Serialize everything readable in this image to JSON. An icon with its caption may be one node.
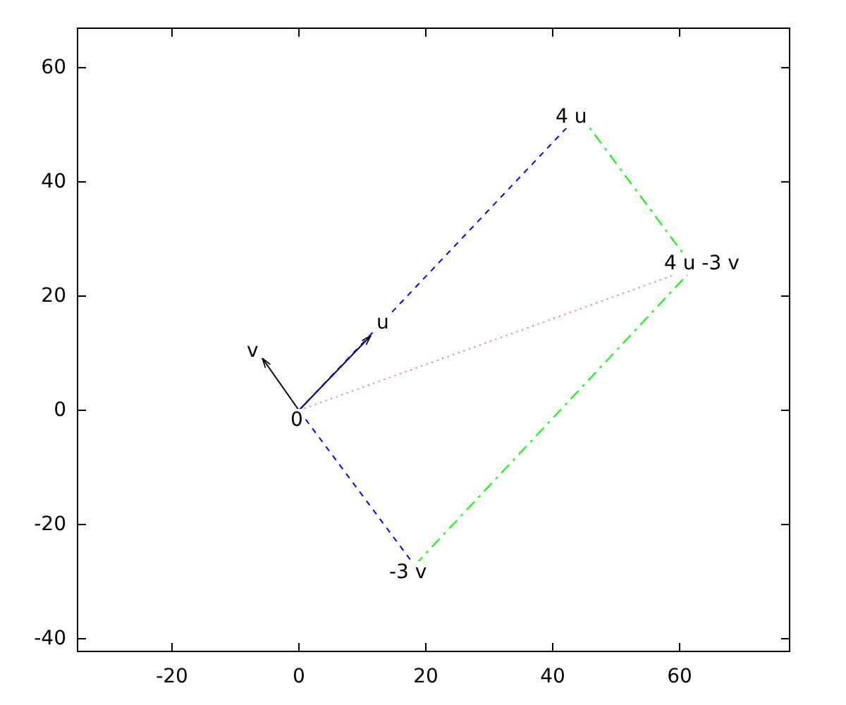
{
  "diagram": {
    "nodes": [
      {
        "text": [
          "0"
        ]
      },
      {
        "text": [
          "u"
        ]
      },
      {
        "text": [
          "v"
        ]
      },
      {
        "text": [
          "4 u"
        ]
      },
      {
        "text": [
          "-3 v"
        ]
      },
      {
        "text": [
          "4 u -3 v"
        ]
      }
    ],
    "edges": [
      {
        "from": 0,
        "to": 1,
        "arrow": "to"
      },
      {
        "from": 0,
        "to": 2,
        "arrow": "to"
      },
      {
        "from": 0,
        "to": 3,
        "arrow": "none",
        "style": "dashed",
        "color": "#0000ff"
      },
      {
        "from": 0,
        "to": 4,
        "arrow": "none",
        "style": "dashed",
        "color": "#0000ff"
      },
      {
        "from": 3,
        "to": 5,
        "arrow": "none",
        "style": "dashed",
        "color": "#00ff00"
      },
      {
        "from": 4,
        "to": 5,
        "arrow": "none",
        "style": "dashed",
        "color": "#00ff00"
      },
      {
        "from": 0,
        "to": 5,
        "arrow": "none",
        "style": "dashed",
        "color": "#ff69b4"
      }
    ],
    "labels": [
      "60",
      "40",
      "20",
      "0",
      "-20",
      "-40",
      "-20",
      "0",
      "20",
      "40",
      "60"
    ]
  }
}
